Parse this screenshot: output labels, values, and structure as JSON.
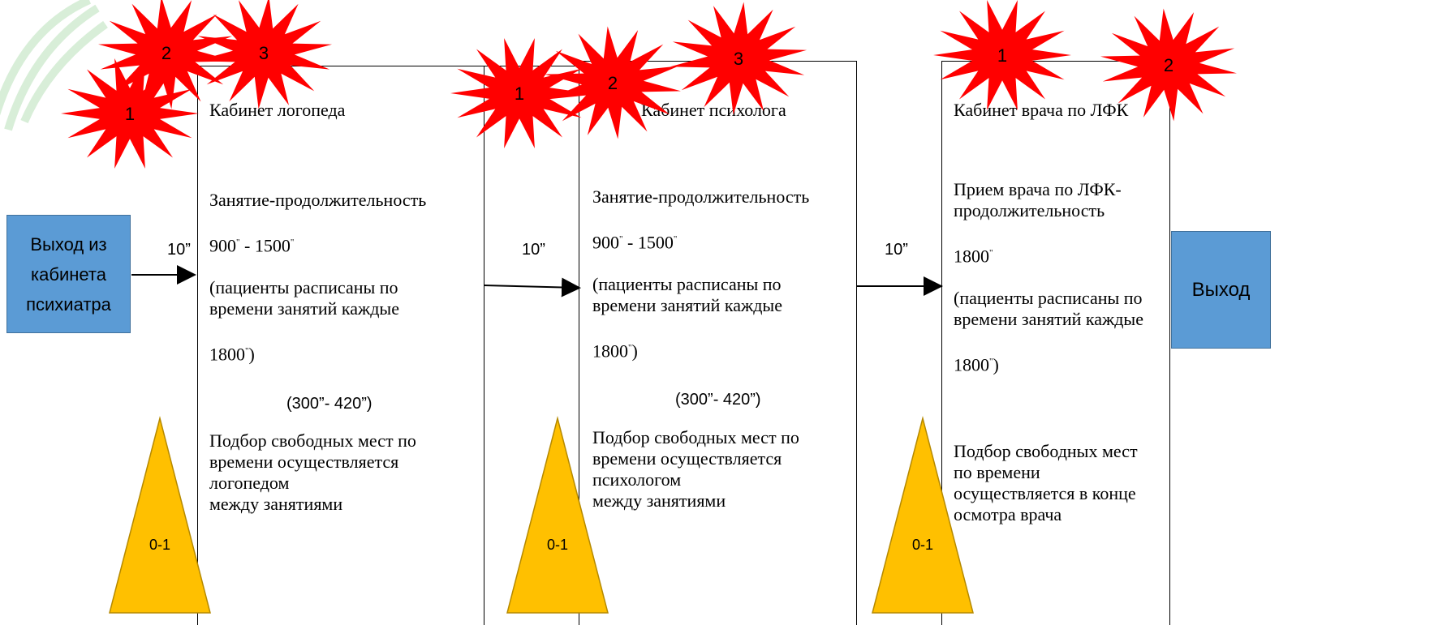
{
  "entry_box": {
    "label": "Выход из\nкабинета\nпсихиатра"
  },
  "exit_box": {
    "label": "Выход"
  },
  "transitions": {
    "t1": "10”",
    "t2": "10”",
    "t3": "10”"
  },
  "rooms": [
    {
      "title": "Кабинет логопеда",
      "line1": "Занятие-продолжительность",
      "time_a": "900",
      "time_sep": " - ",
      "time_b": "1500",
      "note1": " (пациенты расписаны по\nвремени занятий каждые",
      "note_time": "1800",
      "note_close": ")",
      "selection": "Подбор свободных мест по\nвремени осуществляется\nлогопедом\nмежду занятиями",
      "break": "(300”- 420”)"
    },
    {
      "title": "Кабинет психолога",
      "line1": "Занятие-продолжительность",
      "time_a": "900",
      "time_sep": " - ",
      "time_b": "1500",
      "note1": " (пациенты расписаны по\nвремени занятий каждые",
      "note_time": "1800",
      "note_close": ")",
      "selection": "Подбор свободных мест по\nвремени осуществляется\nпсихологом\nмежду занятиями",
      "break": "(300”- 420”)"
    },
    {
      "title": "Кабинет врача по ЛФК",
      "line1": "Прием врача по ЛФК-\nпродолжительность",
      "time_a": "1800",
      "note1": " (пациенты расписаны по\nвремени занятий каждые",
      "note_time": "1800",
      "note_close": ")",
      "selection": "Подбор свободных мест\nпо времени\nосуществляется в конце\nосмотра врача"
    }
  ],
  "bursts": {
    "room1": [
      "1",
      "2",
      "3"
    ],
    "room2": [
      "1",
      "2",
      "3"
    ],
    "room3": [
      "1",
      "2"
    ]
  },
  "triangles": {
    "label": "0-1"
  },
  "colors": {
    "burst": "#ff0000",
    "box_fill": "#5b9bd5",
    "triangle_fill": "#ffc000",
    "arc": "#d9efd9"
  },
  "icons": {
    "burst": "red-explosion-star",
    "triangle": "warning-triangle"
  }
}
